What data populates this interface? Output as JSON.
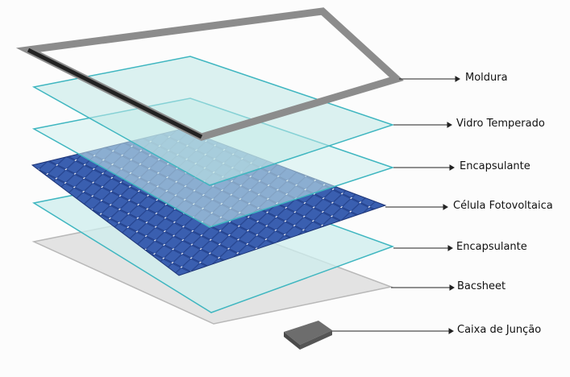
{
  "labels": [
    {
      "id": "moldura",
      "text": "Moldura"
    },
    {
      "id": "vidro",
      "text": "Vidro Temperado"
    },
    {
      "id": "encapsulante1",
      "text": "Encapsulante"
    },
    {
      "id": "celula",
      "text": "Célula Fotovoltaica"
    },
    {
      "id": "encapsulante2",
      "text": "Encapsulante"
    },
    {
      "id": "backsheet",
      "text": "Bacsheet"
    },
    {
      "id": "caixa",
      "text": "Caixa de Junção"
    }
  ],
  "colors": {
    "glass": "#bfe7e6",
    "glass_edge": "#3fb6c0",
    "cell": "#2a4c9c",
    "frame": "#8a8a8a",
    "backsheet": "#e4e4e4"
  }
}
